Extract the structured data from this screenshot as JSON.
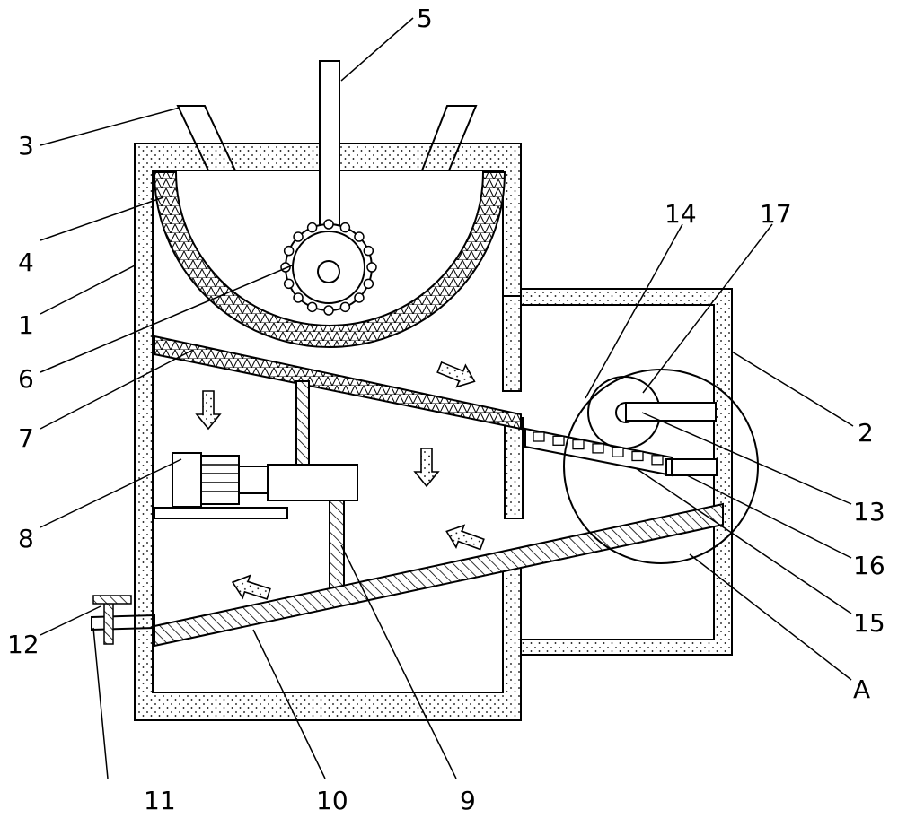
{
  "labels": {
    "l1": "1",
    "l2": "2",
    "l3": "3",
    "l4": "4",
    "l5": "5",
    "l6": "6",
    "l7": "7",
    "l8": "8",
    "l9": "9",
    "l10": "10",
    "l11": "11",
    "l12": "12",
    "l13": "13",
    "l14": "14",
    "l15": "15",
    "l16": "16",
    "l17": "17",
    "lA": "A"
  }
}
